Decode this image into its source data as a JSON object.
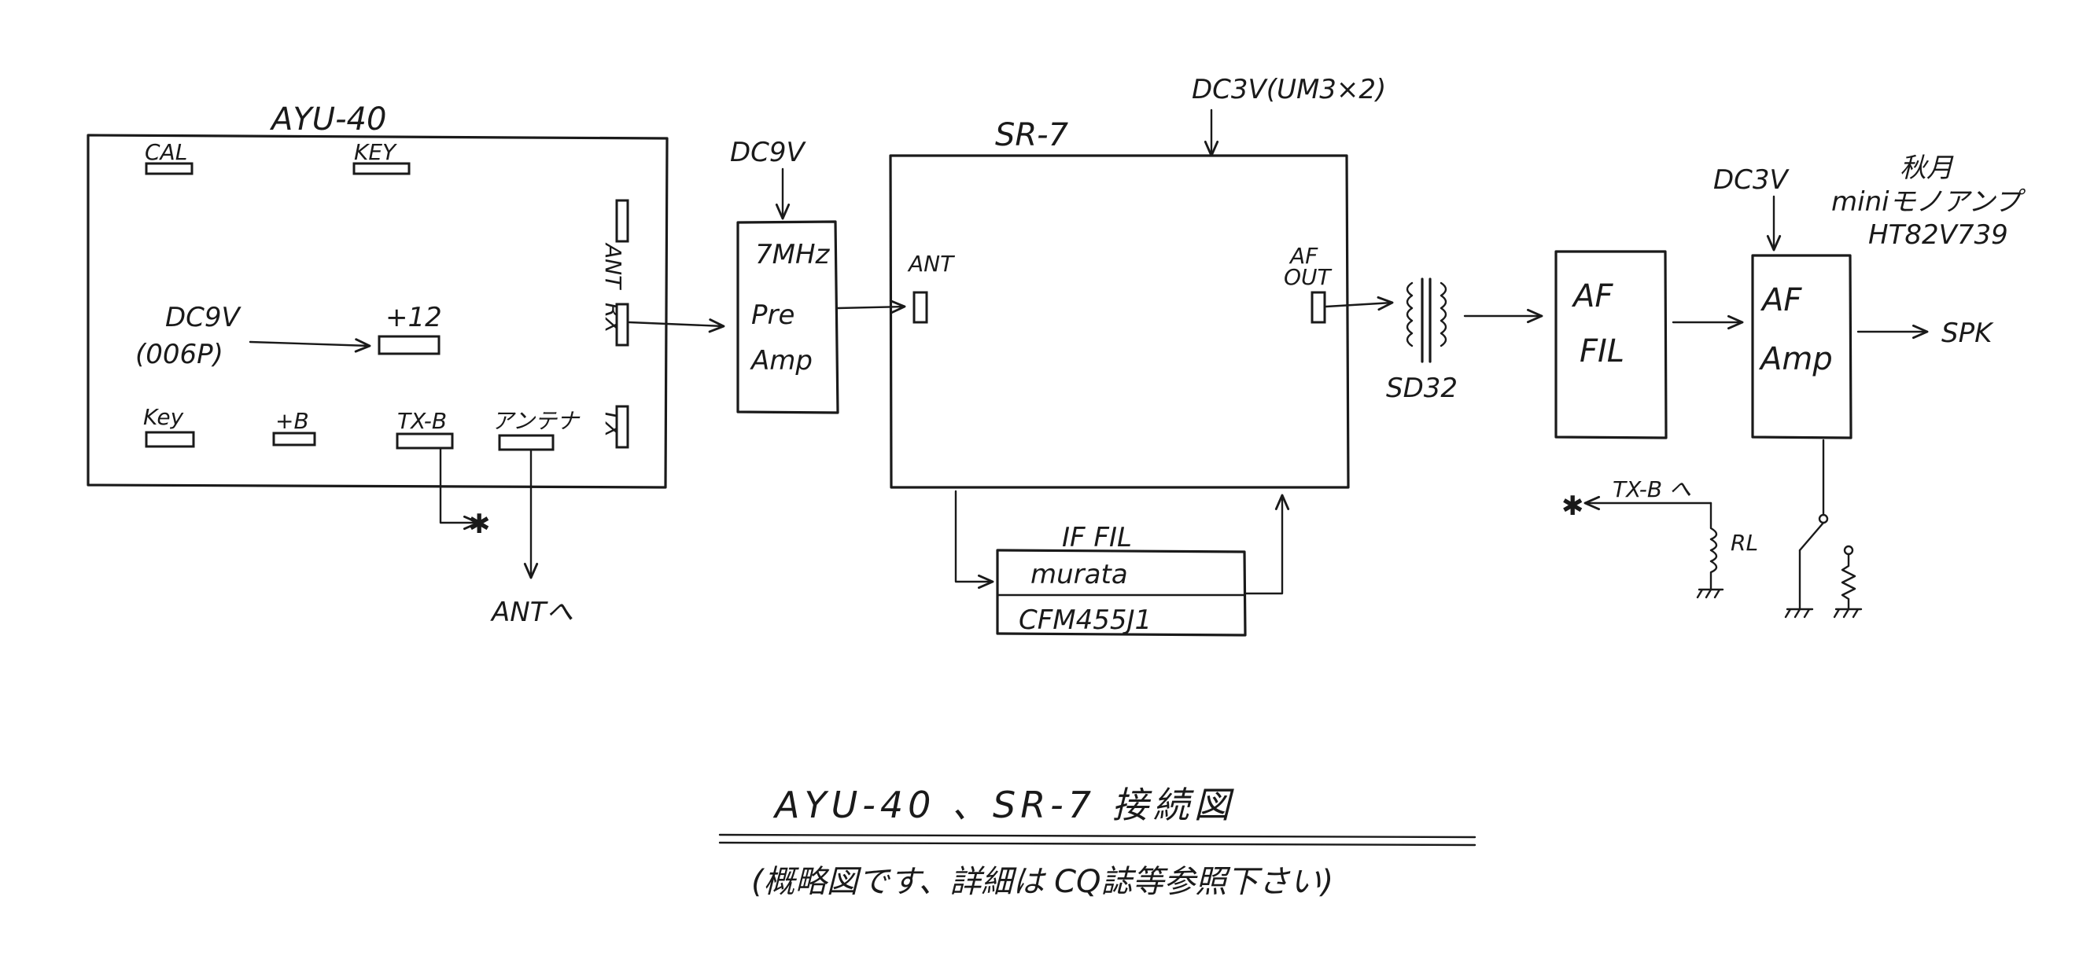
{
  "ayu40": {
    "title": "AYU-40",
    "cal": "CAL",
    "key_top": "KEY",
    "ant": "ANT",
    "rx": "RX",
    "tx": "TX",
    "dc9v": "DC9V",
    "dc9v_note": "(006P)",
    "plus12": "+12",
    "key_bottom": "Key",
    "plus_b": "+B",
    "tx_b": "TX-B",
    "antenna": "アンテナ",
    "star": "✱",
    "ant_to": "ANTへ"
  },
  "preamp": {
    "power": "DC9V",
    "line1": "7MHz",
    "line2": "Pre",
    "line3": "Amp"
  },
  "sr7": {
    "title": "SR-7",
    "power": "DC3V(UM3×2)",
    "ant": "ANT",
    "af_out_1": "AF",
    "af_out_2": "OUT"
  },
  "if_filter": {
    "label": "IF FIL",
    "maker": "murata",
    "part": "CFM455J1"
  },
  "transformer": {
    "label": "SD32"
  },
  "af_filter": {
    "line1": "AF",
    "line2": "FIL"
  },
  "af_amp": {
    "power": "DC3V",
    "note1": "秋月",
    "note2": "miniモノアンプ",
    "note3": "HT82V739",
    "line1": "AF",
    "line2": "Amp",
    "out": "SPK",
    "star": "✱",
    "tx_b": "TX-B へ",
    "relay": "RL"
  },
  "caption": {
    "title": "AYU-40 、SR-7 接続図",
    "subtitle": "(概略図です、詳細は CQ誌等参照下さい)"
  },
  "colors": {
    "ink": "#1a1a1a",
    "paper": "#ffffff"
  }
}
